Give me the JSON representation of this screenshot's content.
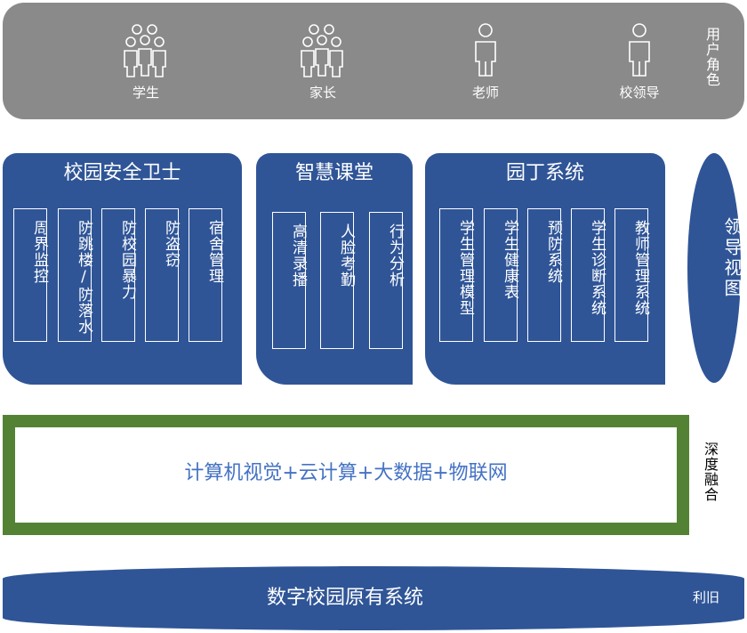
{
  "user_roles": {
    "side_label": "用户角色",
    "roles": [
      {
        "label": "学生",
        "icon": "group-people-icon"
      },
      {
        "label": "家长",
        "icon": "group-people-icon"
      },
      {
        "label": "老师",
        "icon": "person-icon"
      },
      {
        "label": "校领导",
        "icon": "person-icon"
      }
    ]
  },
  "modules": [
    {
      "title": "校园安全卫士",
      "items": [
        "周界监控",
        "防跳楼/防落水",
        "防校园暴力",
        "防盗窃",
        "宿舍管理"
      ]
    },
    {
      "title": "智慧课堂",
      "items": [
        "高清录播",
        "人脸考勤",
        "行为分析"
      ]
    },
    {
      "title": "园丁系统",
      "items": [
        "学生管理模型",
        "学生健康表",
        "预防系统",
        "学生诊断系统",
        "教师管理系统"
      ]
    }
  ],
  "leader_view": "领导视图",
  "technology": {
    "text": "计算机视觉+云计算+大数据+物联网",
    "side_label": "深度融合"
  },
  "legacy": {
    "text": "数字校园原有系统",
    "side_label": "利旧"
  },
  "colors": {
    "roles_band": "#8a8a8a",
    "module_blue": "#2f5597",
    "tech_border_green": "#548235",
    "tech_text_blue": "#4472c4"
  }
}
